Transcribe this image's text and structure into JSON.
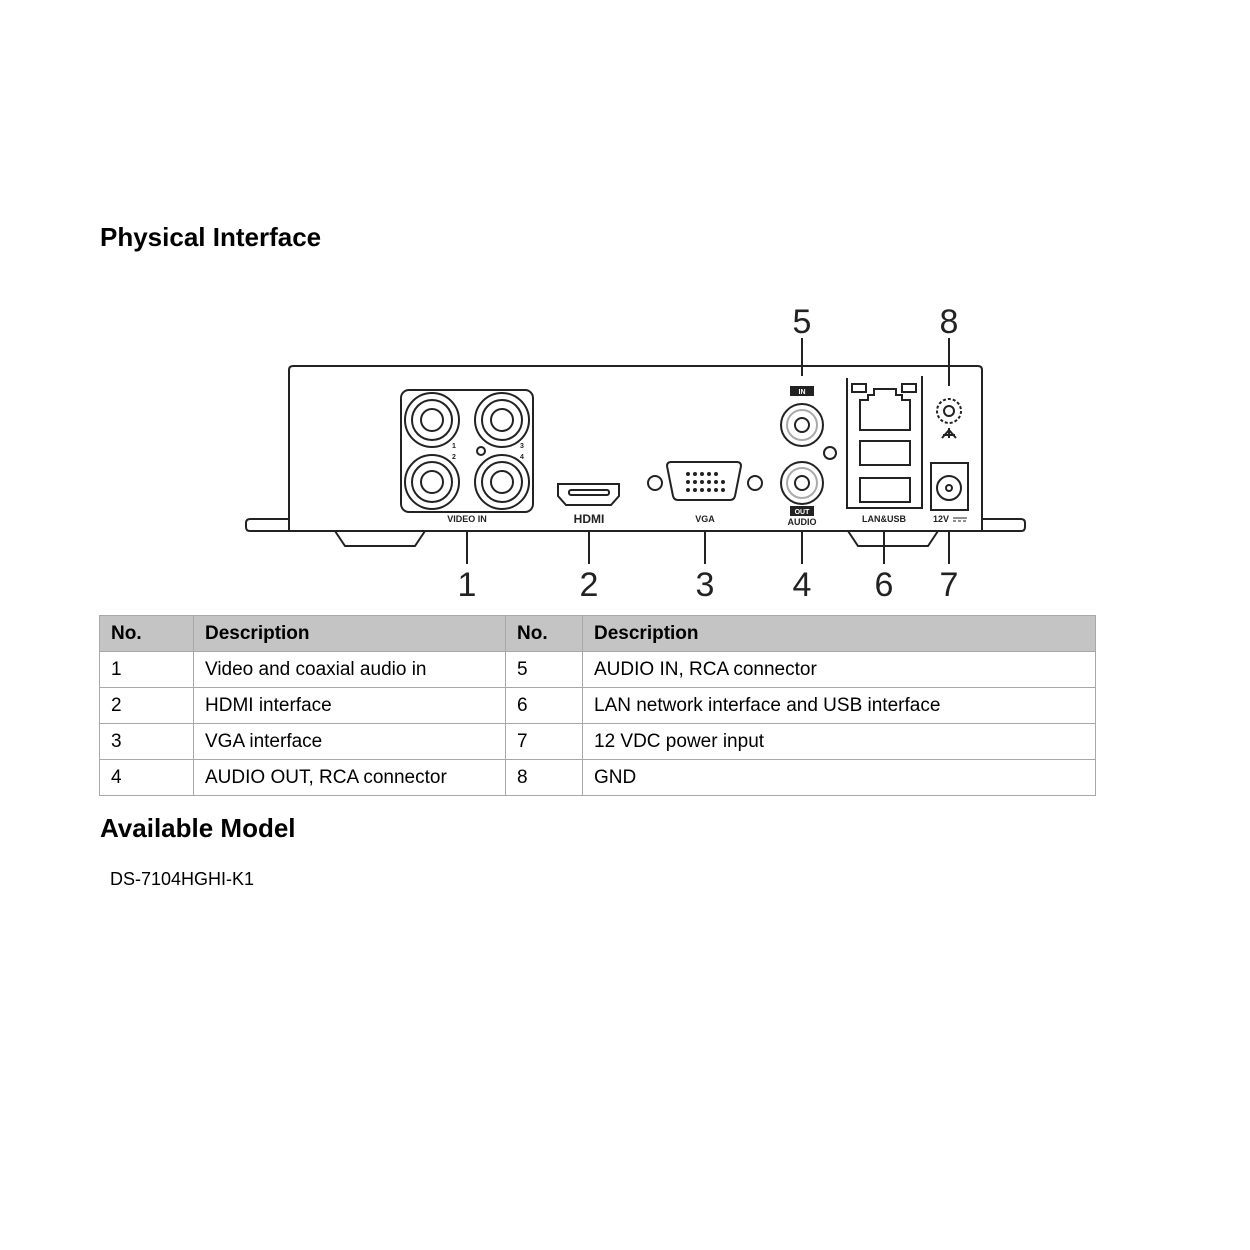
{
  "title": "Physical Interface",
  "diagram": {
    "panel_labels": {
      "video_in": "VIDEO IN",
      "hdmi": "HDMI",
      "vga": "VGA",
      "audio_in": "IN",
      "audio_out": "OUT",
      "audio": "AUDIO",
      "lan_usb": "LAN&USB",
      "power": "12V"
    },
    "port_numbers": [
      "1",
      "2",
      "3",
      "4"
    ],
    "callouts": [
      "1",
      "2",
      "3",
      "4",
      "5",
      "6",
      "7",
      "8"
    ]
  },
  "table": {
    "headers": [
      "No.",
      "Description",
      "No.",
      "Description"
    ],
    "rows": [
      [
        "1",
        "Video and coaxial audio in",
        "5",
        "AUDIO IN, RCA connector"
      ],
      [
        "2",
        "HDMI interface",
        "6",
        "LAN network interface and USB interface"
      ],
      [
        "3",
        "VGA interface",
        "7",
        "12 VDC power input"
      ],
      [
        "4",
        "AUDIO OUT, RCA connector",
        "8",
        "GND"
      ]
    ]
  },
  "available_model": {
    "title": "Available Model",
    "model": "DS-7104HGHI-K1"
  }
}
